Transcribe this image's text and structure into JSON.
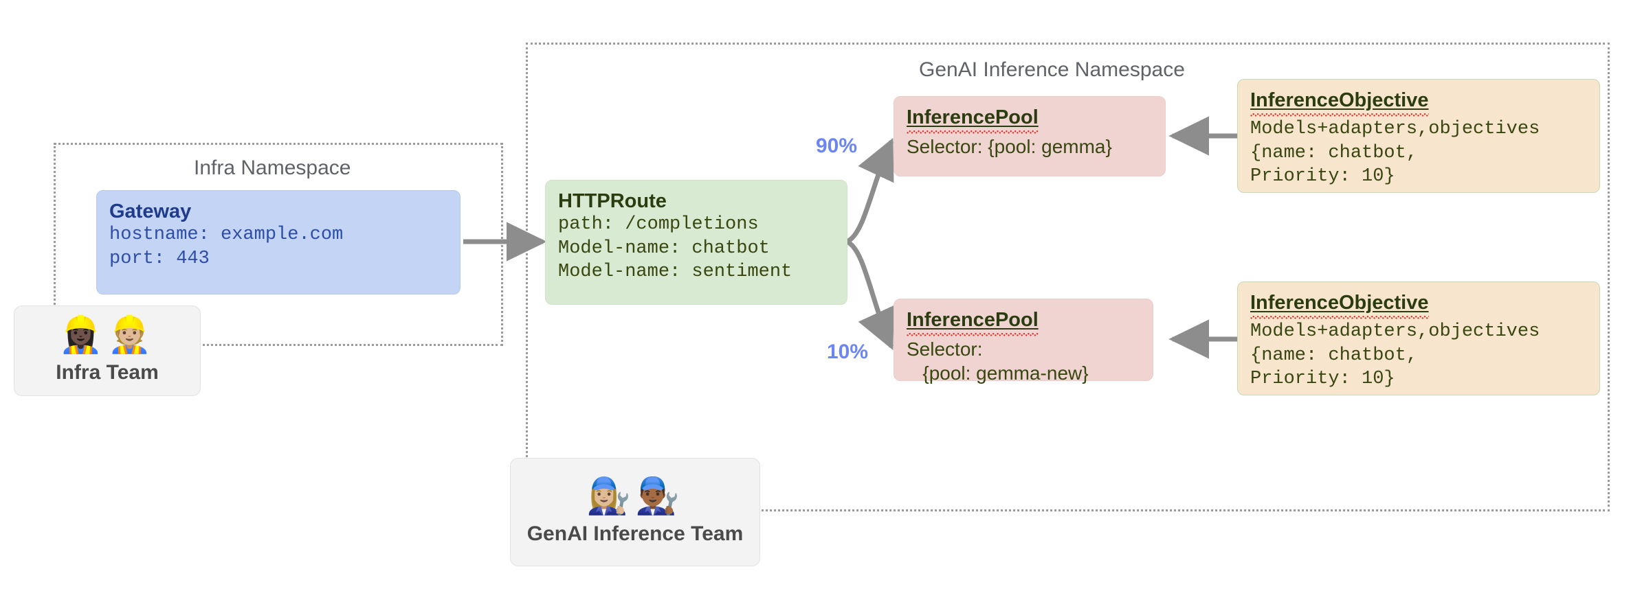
{
  "namespaces": {
    "infra": {
      "title": "Infra Namespace"
    },
    "genai": {
      "title": "GenAI Inference Namespace"
    }
  },
  "nodes": {
    "gateway": {
      "title": "Gateway",
      "line1": "hostname: example.com",
      "line2": "port: 443"
    },
    "httproute": {
      "title": "HTTPRoute",
      "line1": "path: /completions",
      "line2": "Model-name: chatbot",
      "line3": "Model-name: sentiment"
    },
    "pool_top": {
      "title": "InferencePool",
      "line1": "Selector: {pool: gemma}"
    },
    "pool_bottom": {
      "title": "InferencePool",
      "line1": "Selector:",
      "line2": "   {pool: gemma-new}"
    },
    "objective_top": {
      "title": "InferenceObjective",
      "line1": "Models+adapters,objectives",
      "line2": "{name: chatbot,",
      "line3": "Priority: 10}"
    },
    "objective_bottom": {
      "title": "InferenceObjective",
      "line1": "Models+adapters,objectives",
      "line2": "{name: chatbot,",
      "line3": "Priority: 10}"
    }
  },
  "teams": {
    "infra": {
      "label": "Infra Team",
      "emojis": "👷🏿‍♀️👷🏼"
    },
    "genai": {
      "label": "GenAI Inference Team",
      "emojis": "👩🏼‍🔧👨🏾‍🔧"
    }
  },
  "edge_labels": {
    "top_weight": "90%",
    "bottom_weight": "10%"
  },
  "colors": {
    "gateway_bg": "#c3d4f5",
    "httproute_bg": "#d9ead3",
    "pool_bg": "#f0d4d1",
    "objective_bg": "#f8e5cd",
    "edge": "#8d8d8d",
    "weight_text": "#6b85f2",
    "namespace_border": "#9a9a9a",
    "namespace_title": "#5f6368"
  }
}
